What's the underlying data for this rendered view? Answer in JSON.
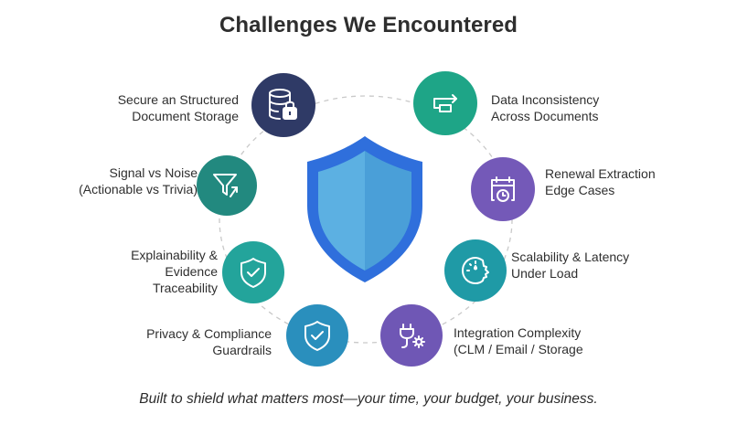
{
  "title": "Challenges We Encountered",
  "tagline": "Built to shield what matters most—your time, your budget, your business.",
  "center": {
    "icon": "shield-icon",
    "outer_color": "#2f6fdc",
    "inner_left": "#5aaee0",
    "inner_right": "#4a9fd8"
  },
  "challenges": [
    {
      "id": "storage",
      "lines": [
        "Secure an Structured",
        "Document Storage"
      ],
      "icon": "database-lock-icon",
      "color": "#2f3a66",
      "side": "left"
    },
    {
      "id": "consistency",
      "lines": [
        "Data Inconsistency",
        "Across Documents"
      ],
      "icon": "sync-arrow-icon",
      "color": "#1ea587",
      "side": "right"
    },
    {
      "id": "signal",
      "lines": [
        "Signal vs Noise",
        "(Actionable vs Trivia)"
      ],
      "icon": "funnel-arrow-icon",
      "color": "#22897f",
      "side": "left"
    },
    {
      "id": "renewal",
      "lines": [
        "Renewal Extraction",
        "Edge Cases"
      ],
      "icon": "calendar-clock-icon",
      "color": "#7459b8",
      "side": "right"
    },
    {
      "id": "explainability",
      "lines": [
        "Explainability &",
        "Evidence",
        "Traceability"
      ],
      "icon": "shield-check-icon",
      "color": "#23a49b",
      "side": "left"
    },
    {
      "id": "scalability",
      "lines": [
        "Scalability & Latency",
        "Under Load"
      ],
      "icon": "gauge-icon",
      "color": "#1f9aa6",
      "side": "right"
    },
    {
      "id": "privacy",
      "lines": [
        "Privacy & Compliance",
        "Guardrails"
      ],
      "icon": "shield-check-icon",
      "color": "#2a8fbd",
      "side": "left"
    },
    {
      "id": "integration",
      "lines": [
        "Integration Complexity",
        "(CLM / Email / Storage"
      ],
      "icon": "plug-gear-icon",
      "color": "#6f57b5",
      "side": "right"
    }
  ]
}
